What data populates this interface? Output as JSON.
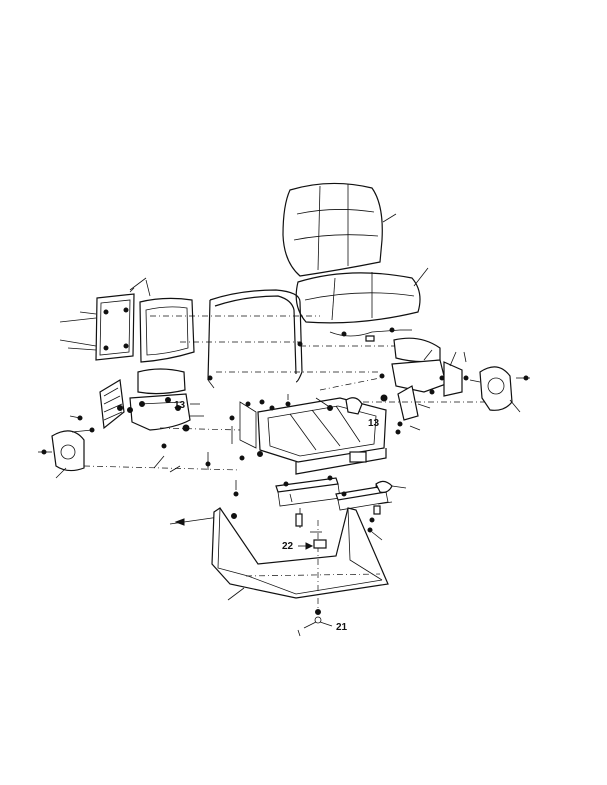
{
  "callouts": {
    "c13_left": "13",
    "c13_right": "13",
    "c22": "22",
    "c21": "21"
  }
}
